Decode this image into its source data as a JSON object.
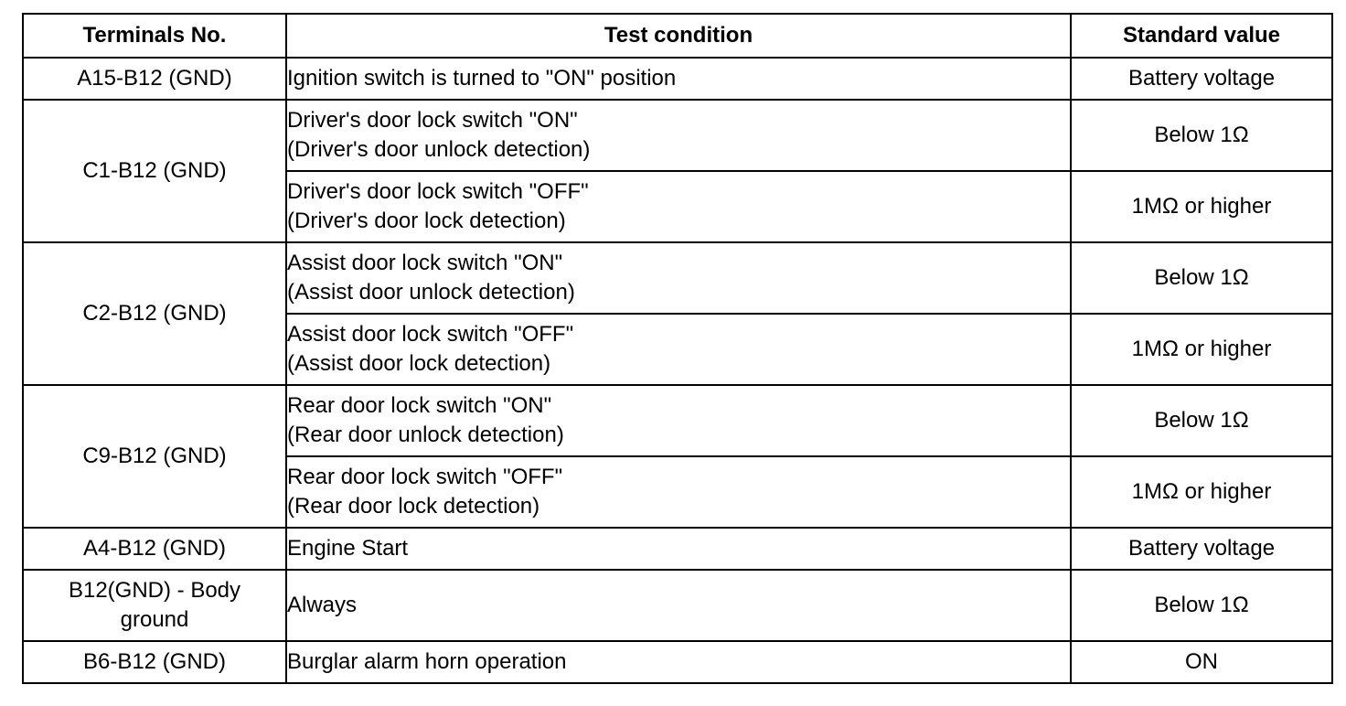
{
  "table": {
    "headers": {
      "terminals": "Terminals No.",
      "condition": "Test condition",
      "standard": "Standard value"
    },
    "rows": [
      {
        "terminal": "A15-B12 (GND)",
        "condition": [
          "Ignition switch is turned to \"ON\" position"
        ],
        "standard": "Battery voltage"
      },
      {
        "terminal": "C1-B12 (GND)",
        "condition": [
          "Driver's door lock switch \"ON\"",
          "(Driver's door unlock detection)"
        ],
        "standard": "Below 1Ω"
      },
      {
        "terminal": "",
        "condition": [
          "Driver's door lock switch \"OFF\"",
          "(Driver's door lock detection)"
        ],
        "standard": "1MΩ  or higher"
      },
      {
        "terminal": "C2-B12 (GND)",
        "condition": [
          "Assist door lock switch \"ON\"",
          "(Assist door unlock detection)"
        ],
        "standard": "Below 1Ω"
      },
      {
        "terminal": "",
        "condition": [
          "Assist door lock switch \"OFF\"",
          "(Assist door lock detection)"
        ],
        "standard": "1MΩ  or higher"
      },
      {
        "terminal": "C9-B12 (GND)",
        "condition": [
          "Rear door lock switch \"ON\"",
          "(Rear door unlock detection)"
        ],
        "standard": "Below 1Ω"
      },
      {
        "terminal": "",
        "condition": [
          "Rear door lock switch \"OFF\"",
          "(Rear door lock detection)"
        ],
        "standard": "1MΩ  or higher"
      },
      {
        "terminal": "A4-B12 (GND)",
        "condition": [
          "Engine Start"
        ],
        "standard": "Battery voltage"
      },
      {
        "terminal": [
          "B12(GND) - Body",
          "ground"
        ],
        "condition": [
          "Always"
        ],
        "standard": "Below 1Ω"
      },
      {
        "terminal": "B6-B12 (GND)",
        "condition": [
          "Burglar alarm horn operation"
        ],
        "standard": "ON"
      }
    ]
  }
}
